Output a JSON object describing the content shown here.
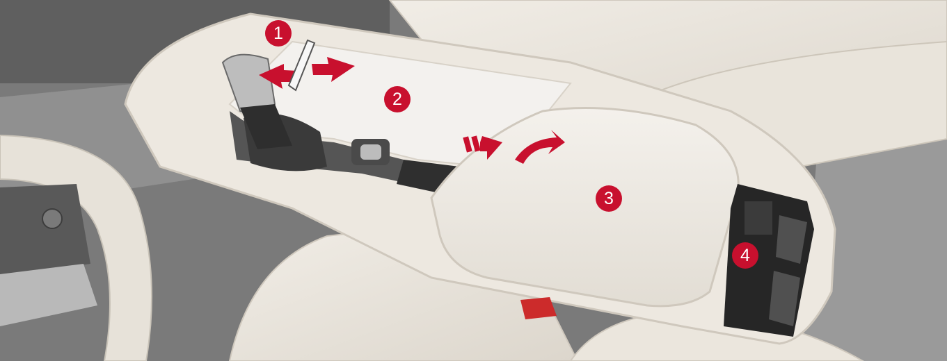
{
  "colors": {
    "accent": "#c8102e",
    "leather": "#ece7de",
    "leather_shadow": "#d6d0c6",
    "interior_dark": "#6d6d6d",
    "floor": "#8c8c8c"
  },
  "callouts": [
    {
      "id": "1",
      "label": "1"
    },
    {
      "id": "2",
      "label": "2"
    },
    {
      "id": "3",
      "label": "3"
    },
    {
      "id": "4",
      "label": "4"
    }
  ],
  "icons": [
    "slide-left-arrow-icon",
    "slide-right-arrow-icon",
    "push-arrow-icon",
    "lift-arrow-icon",
    "gear-shifter-icon",
    "steering-wheel-icon",
    "rear-air-vent-icon"
  ]
}
